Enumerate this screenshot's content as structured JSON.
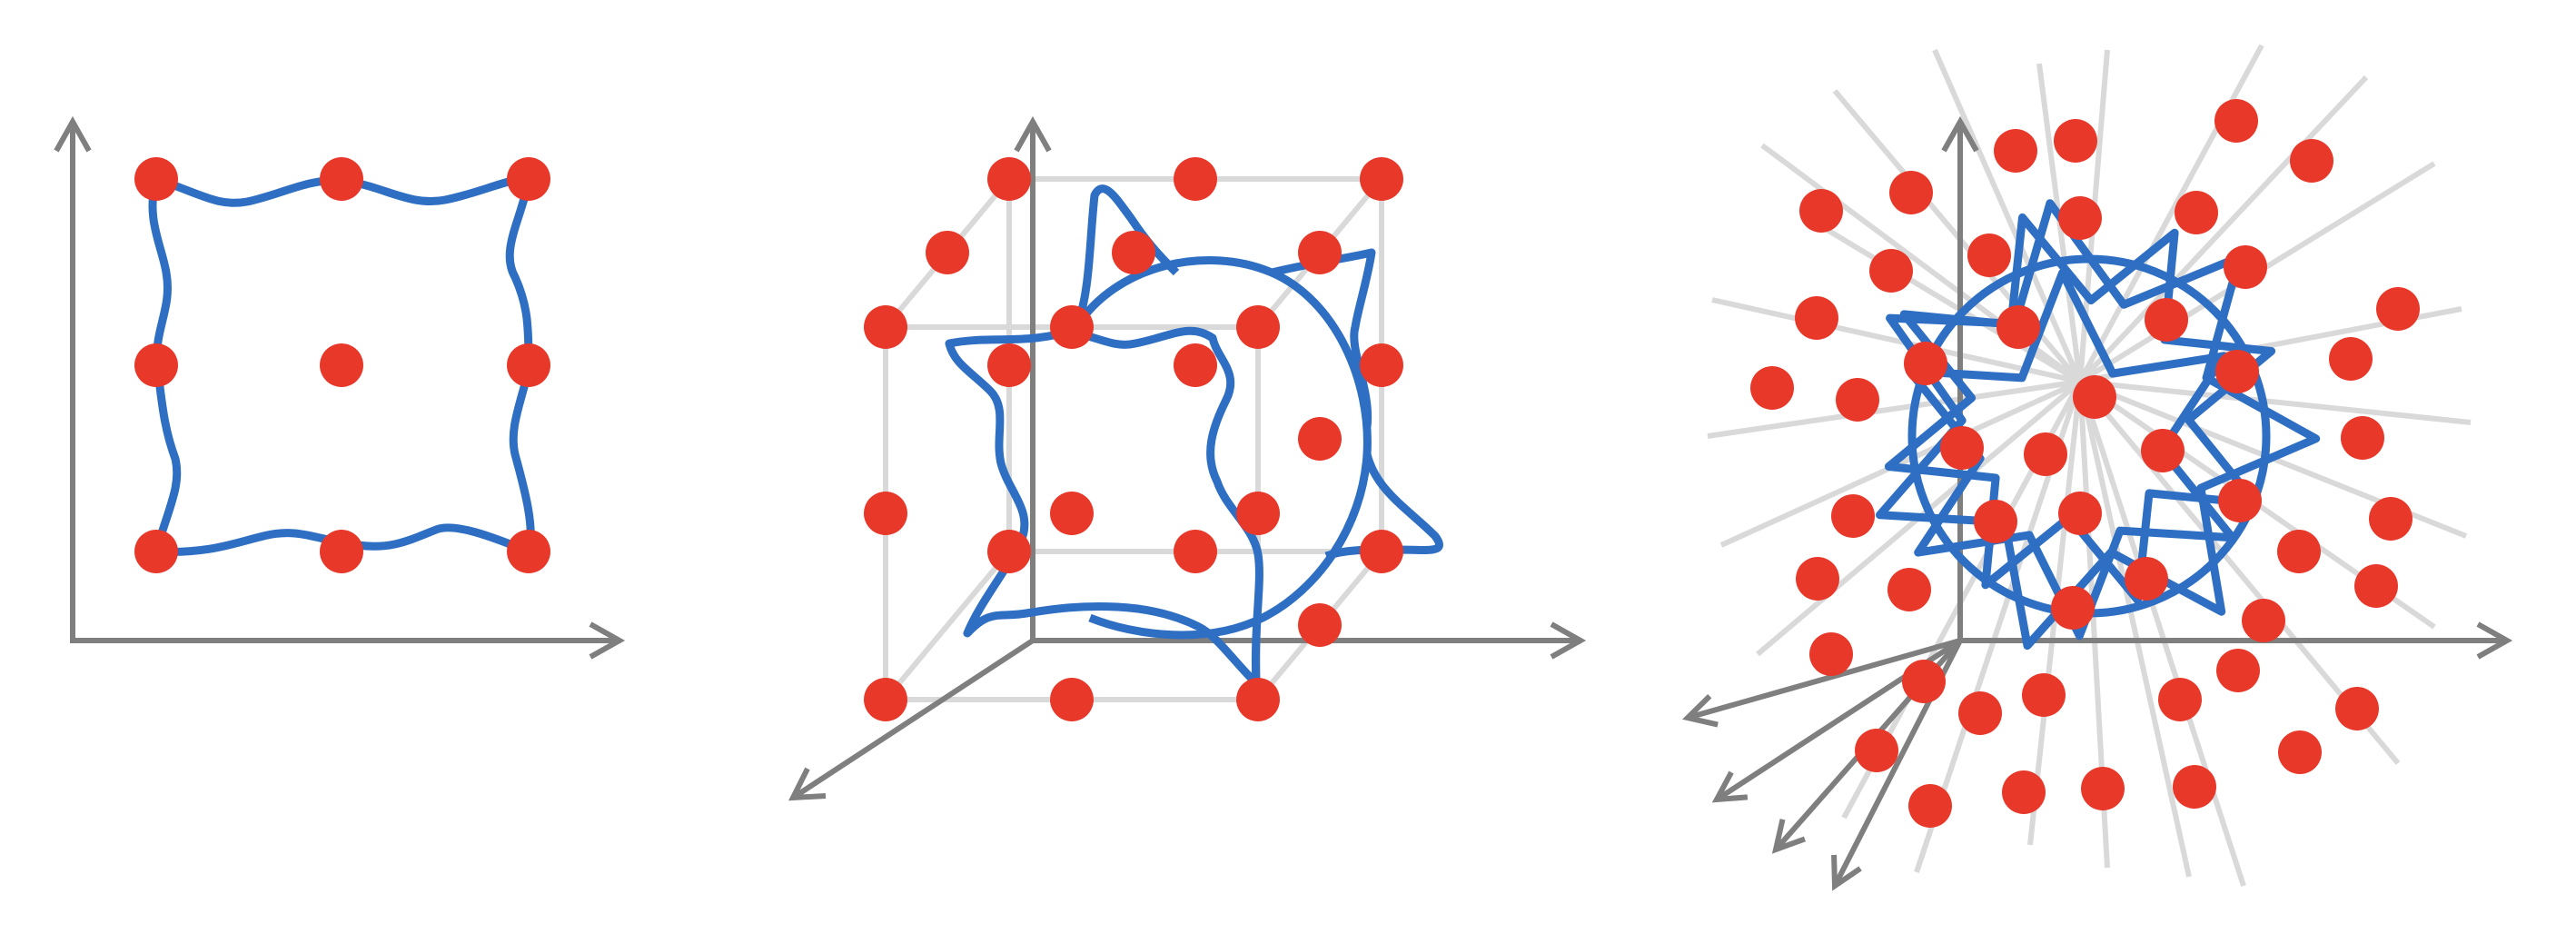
{
  "colors": {
    "axis": "#7f7f7f",
    "grid": "#d9d9d9",
    "curve": "#2e6fc4",
    "point": "#e8382a",
    "background": "#ffffff"
  },
  "panels": [
    {
      "id": "2d",
      "dimension": 2,
      "grid_points_per_axis": 3,
      "axes_shown": 2
    },
    {
      "id": "3d",
      "dimension": 3,
      "grid_points_per_axis": 3,
      "axes_shown": 3
    },
    {
      "id": "nd",
      "dimension": "many",
      "axes_shown": 5,
      "style": "starburst"
    }
  ]
}
